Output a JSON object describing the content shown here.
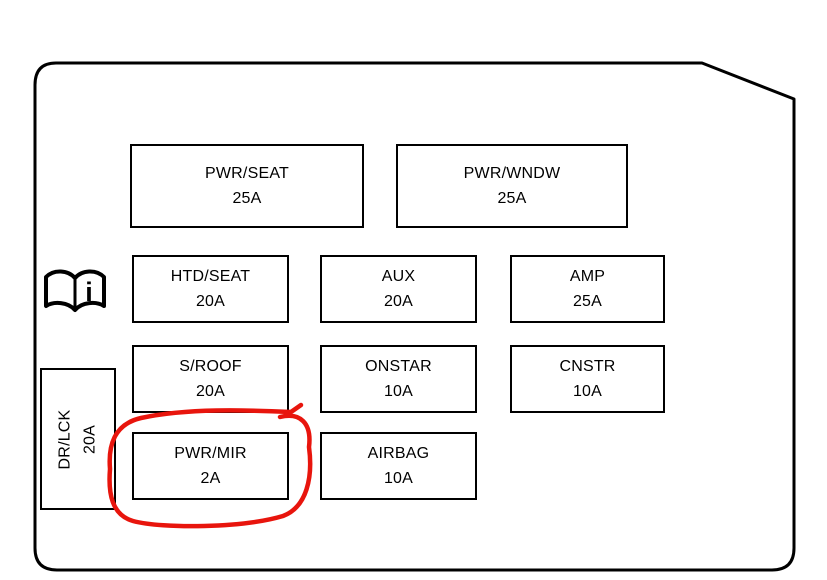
{
  "fuses": [
    {
      "label": "PWR/SEAT",
      "amp": "25A"
    },
    {
      "label": "PWR/WNDW",
      "amp": "25A"
    },
    {
      "label": "HTD/SEAT",
      "amp": "20A"
    },
    {
      "label": "AUX",
      "amp": "20A"
    },
    {
      "label": "AMP",
      "amp": "25A"
    },
    {
      "label": "S/ROOF",
      "amp": "20A"
    },
    {
      "label": "ONSTAR",
      "amp": "10A"
    },
    {
      "label": "CNSTR",
      "amp": "10A"
    },
    {
      "label": "PWR/MIR",
      "amp": "2A",
      "highlighted": true
    },
    {
      "label": "AIRBAG",
      "amp": "10A"
    },
    {
      "label": "DR/LCK",
      "amp": "20A",
      "orientation": "vertical"
    }
  ],
  "icons": {
    "book_letter": "i"
  },
  "annotation": {
    "color": "#e8150d"
  }
}
